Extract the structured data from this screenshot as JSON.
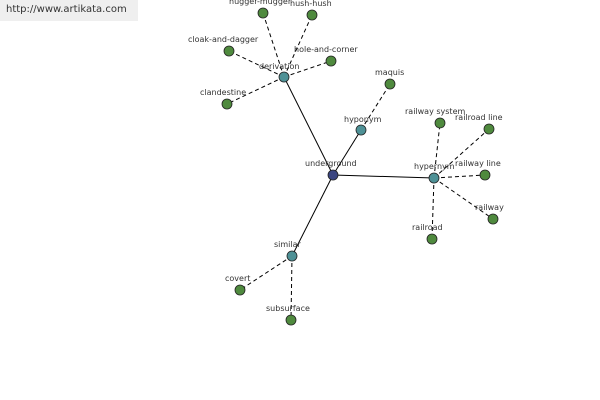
{
  "banner": {
    "text": "http://www.artikata.com"
  },
  "colors": {
    "center": "#3a4580",
    "relation": "#4e9196",
    "word": "#4f8a3e"
  },
  "graph": {
    "center": {
      "id": "underground",
      "label": "underground"
    },
    "relations": [
      {
        "id": "derivation",
        "label": "derivation"
      },
      {
        "id": "hyponym",
        "label": "hyponym"
      },
      {
        "id": "hypernym",
        "label": "hypernym"
      },
      {
        "id": "similar",
        "label": "similar"
      }
    ],
    "words": [
      {
        "id": "hugger-mugger",
        "label": "hugger-mugger",
        "parent": "derivation"
      },
      {
        "id": "hush-hush",
        "label": "hush-hush",
        "parent": "derivation"
      },
      {
        "id": "cloak-and-dagger",
        "label": "cloak-and-dagger",
        "parent": "derivation"
      },
      {
        "id": "hole-and-corner",
        "label": "hole-and-corner",
        "parent": "derivation"
      },
      {
        "id": "clandestine",
        "label": "clandestine",
        "parent": "derivation"
      },
      {
        "id": "maquis",
        "label": "maquis",
        "parent": "hyponym"
      },
      {
        "id": "railway-system",
        "label": "railway system",
        "parent": "hypernym"
      },
      {
        "id": "railroad-line",
        "label": "railroad line",
        "parent": "hypernym"
      },
      {
        "id": "railway-line",
        "label": "railway line",
        "parent": "hypernym"
      },
      {
        "id": "railway",
        "label": "railway",
        "parent": "hypernym"
      },
      {
        "id": "railroad",
        "label": "railroad",
        "parent": "hypernym"
      },
      {
        "id": "covert",
        "label": "covert",
        "parent": "similar"
      },
      {
        "id": "subsurface",
        "label": "subsurface",
        "parent": "similar"
      }
    ]
  }
}
